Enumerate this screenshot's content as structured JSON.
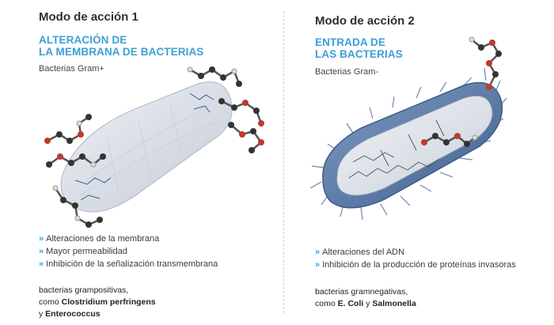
{
  "mode1": {
    "title": "Modo de acción 1",
    "subtitle_line1": "ALTERACIÓN DE",
    "subtitle_line2": "LA MEMBRANA DE BACTERIAS",
    "gram": "Bacterias Gram+",
    "bullets": [
      "Alteraciones de la membrana",
      "Mayor permeabilidad",
      "Inhibición de la señalización transmembrana"
    ],
    "note_line1": "bacterias grampositivas,",
    "note_line2_prefix": "como",
    "note_line2_bold": "Clostridium perfringens",
    "note_line3_prefix": "y",
    "note_line3_bold": "Enterococcus"
  },
  "mode2": {
    "title": "Modo de acción 2",
    "subtitle_line1": "ENTRADA DE",
    "subtitle_line2": "LAS BACTERIAS",
    "gram": "Bacterias Gram-",
    "bullets": [
      "Alteraciones del ADN",
      "Inhibición de la producción de proteínas invasoras"
    ],
    "note_line1": "bacterias gramnegativas,",
    "note_line2_prefix": "como",
    "note_line2_bold": "E. Coli",
    "note_line2_mid": "y",
    "note_line2_bold2": "Salmonella"
  },
  "bullet_marker": "»",
  "colors": {
    "accent_blue": "#3d9fd6",
    "membrane_gray": "#d6dbe3",
    "gram_negative_shell": "#5d7ea8",
    "atom_red": "#c0392b",
    "atom_dark": "#333333"
  }
}
